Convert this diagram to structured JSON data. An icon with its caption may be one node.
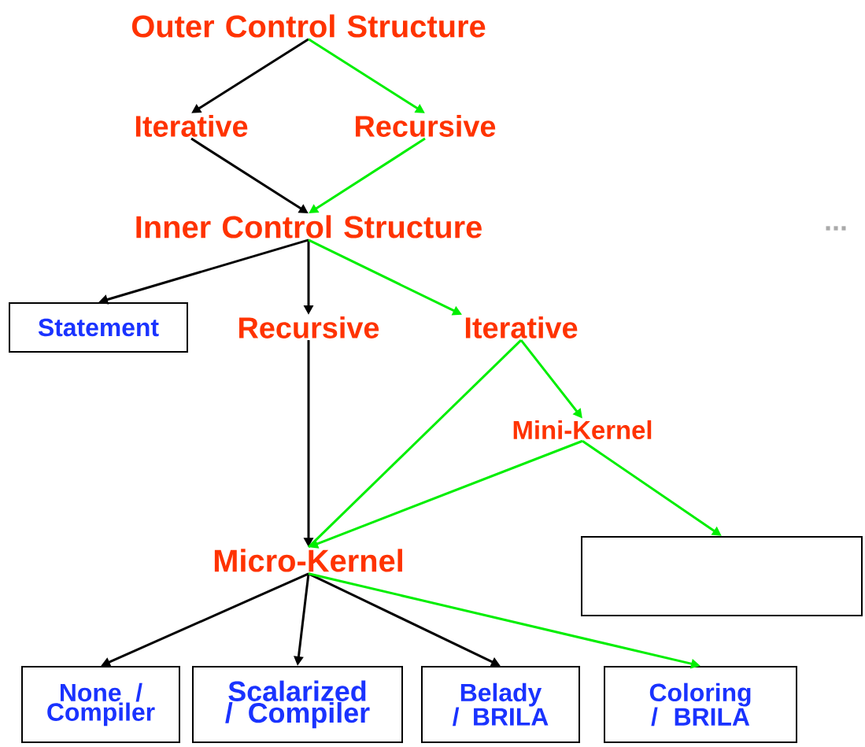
{
  "diagram": {
    "nodes": [
      {
        "text": [
          "Outer Control Structure"
        ]
      },
      {
        "text": [
          "Iterative"
        ]
      },
      {
        "text": [
          "Recursive"
        ]
      },
      {
        "text": [
          "Inner Control Structure"
        ]
      },
      {
        "text": [
          "Statement"
        ]
      },
      {
        "text": [
          "Recursive"
        ]
      },
      {
        "text": [
          "Iterative"
        ]
      },
      {
        "text": [
          "Mini-Kernel"
        ]
      },
      {
        "text": [
          "Micro-Kernel"
        ]
      },
      {
        "text": [],
        "shape": "box"
      },
      {
        "text": [
          "None / Compiler"
        ]
      },
      {
        "text": [
          "Scalarized / Compiler"
        ]
      },
      {
        "text": [
          "Belady / BRILA"
        ]
      },
      {
        "text": [
          "Coloring / BRILA"
        ]
      }
    ],
    "edges": [
      {
        "from": 0,
        "to": 1,
        "arrow": "to"
      },
      {
        "from": 0,
        "to": 2,
        "arrow": "to",
        "color": "#00ee00"
      },
      {
        "from": 1,
        "to": 3,
        "arrow": "to"
      },
      {
        "from": 2,
        "to": 3,
        "arrow": "to",
        "color": "#00ee00"
      },
      {
        "from": 3,
        "to": 4,
        "arrow": "to"
      },
      {
        "from": 3,
        "to": 5,
        "arrow": "to"
      },
      {
        "from": 3,
        "to": 6,
        "arrow": "to",
        "color": "#00ee00"
      },
      {
        "from": 5,
        "to": 8,
        "arrow": "to"
      },
      {
        "from": 6,
        "to": 8,
        "arrow": "none",
        "color": "#00ee00"
      },
      {
        "from": 6,
        "to": 7,
        "arrow": "to",
        "color": "#00ee00"
      },
      {
        "from": 7,
        "to": 8,
        "arrow": "to",
        "color": "#00ee00"
      },
      {
        "from": 7,
        "to": 9,
        "arrow": "to",
        "color": "#00ee00"
      },
      {
        "from": 8,
        "to": 10,
        "arrow": "to"
      },
      {
        "from": 8,
        "to": 11,
        "arrow": "to"
      },
      {
        "from": 8,
        "to": 12,
        "arrow": "to"
      },
      {
        "from": 8,
        "to": 13,
        "arrow": "to",
        "color": "#00ee00"
      }
    ],
    "labels": [
      "..."
    ]
  }
}
